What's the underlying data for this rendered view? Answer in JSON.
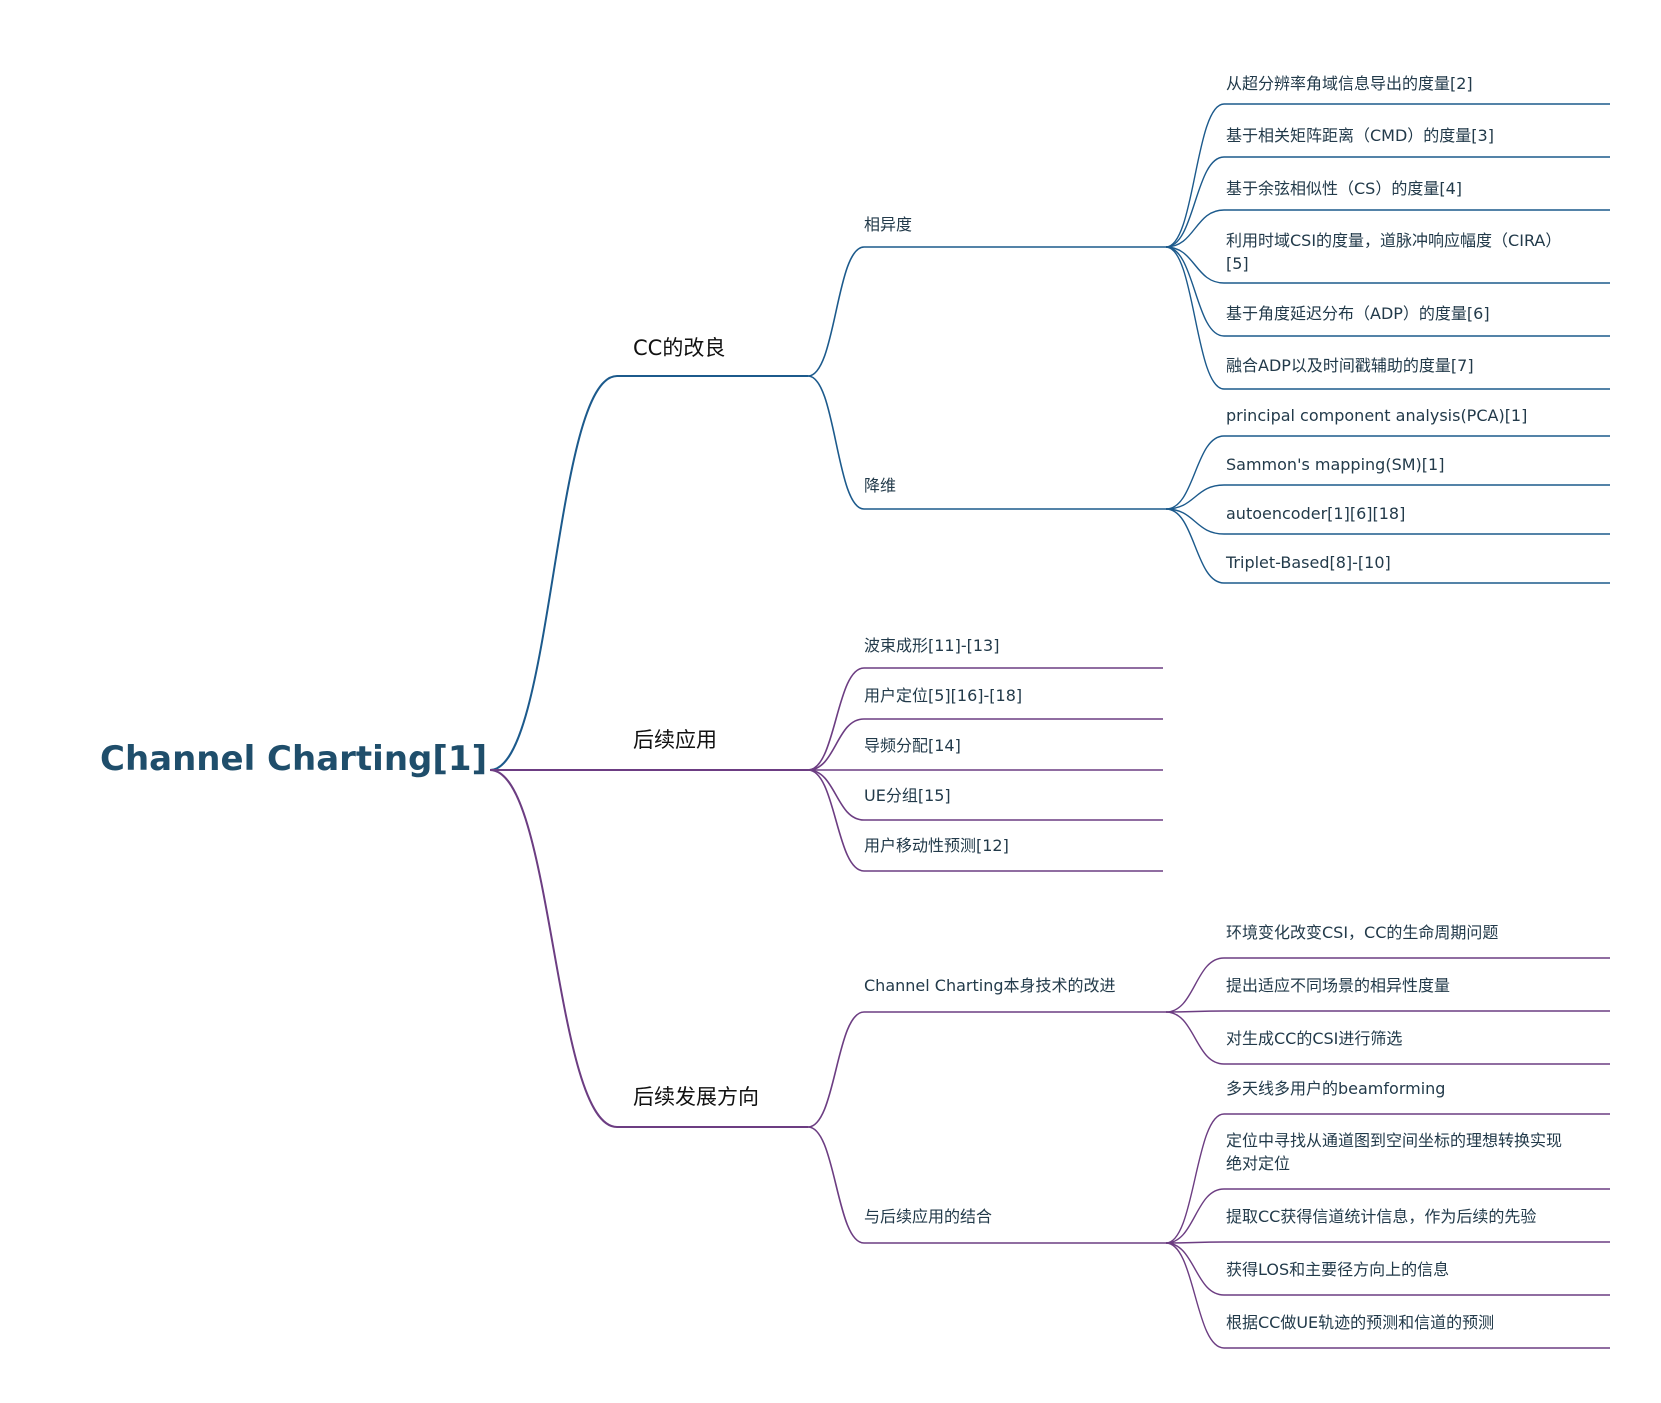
{
  "root": {
    "label": "Channel Charting[1]",
    "color": "#1f4e6b"
  },
  "colors": {
    "blue": "#1c5a8c",
    "purple": "#6c3d82",
    "text": "#223a4a",
    "lvl1_text": "#111111"
  },
  "branches": [
    {
      "label": "CC的改良",
      "color_key": "blue",
      "children": [
        {
          "label": "相异度",
          "children": [
            "从超分辨率角域信息导出的度量[2]",
            "基于相关矩阵距离（CMD）的度量[3]",
            "基于余弦相似性（CS）的度量[4]",
            [
              "利用时域CSI的度量，道脉冲响应幅度（CIRA）",
              "[5]"
            ],
            "基于角度延迟分布（ADP）的度量[6]",
            "融合ADP以及时间戳辅助的度量[7]"
          ]
        },
        {
          "label": "降维",
          "children": [
            "principal component analysis(PCA)[1]",
            "Sammon's mapping(SM)[1]",
            "autoencoder[1][6][18]",
            "Triplet-Based[8]-[10]"
          ]
        }
      ]
    },
    {
      "label": "后续应用",
      "color_key": "purple",
      "children": [
        {
          "label": "波束成形[11]-[13]"
        },
        {
          "label": "用户定位[5][16]-[18]"
        },
        {
          "label": "导频分配[14]"
        },
        {
          "label": "UE分组[15]"
        },
        {
          "label": "用户移动性预测[12]"
        }
      ]
    },
    {
      "label": "后续发展方向",
      "color_key": "purple",
      "children": [
        {
          "label": "Channel  Charting本身技术的改进",
          "children": [
            "环境变化改变CSI，CC的生命周期问题",
            "提出适应不同场景的相异性度量",
            "对生成CC的CSI进行筛选"
          ]
        },
        {
          "label": "与后续应用的结合",
          "children": [
            "多天线多用户的beamforming",
            [
              "定位中寻找从通道图到空间坐标的理想转换实现",
              "绝对定位"
            ],
            "提取CC获得信道统计信息，作为后续的先验",
            "获得LOS和主要径方向上的信息",
            "根据CC做UE轨迹的预测和信道的预测"
          ]
        }
      ]
    }
  ]
}
